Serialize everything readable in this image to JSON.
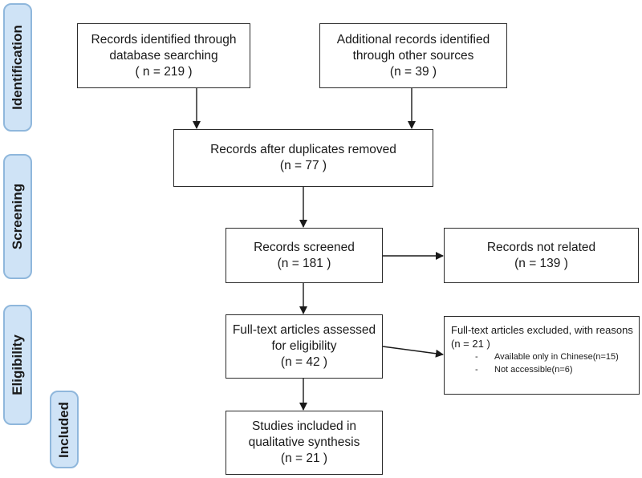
{
  "phases": {
    "identification": "Identification",
    "screening": "Screening",
    "eligibility": "Eligibility",
    "included": "Included"
  },
  "boxes": {
    "database": {
      "line1": "Records identified through",
      "line2": "database searching",
      "line3": "( n = 219 )"
    },
    "other_sources": {
      "line1": "Additional records identified",
      "line2": "through other sources",
      "line3": "(n =  39 )"
    },
    "duplicates_removed": {
      "line1": "Records after duplicates removed",
      "line2": "(n = 77 )"
    },
    "screened": {
      "line1": "Records screened",
      "line2": "(n = 181 )"
    },
    "not_related": {
      "line1": "Records not related",
      "line2": "(n = 139 )"
    },
    "full_text": {
      "line1": "Full-text articles assessed",
      "line2": "for eligibility",
      "line3": "(n =  42 )"
    },
    "excluded": {
      "line1": "Full-text articles excluded, with reasons",
      "line2": "(n = 21 )",
      "reasons": [
        "Available only in Chinese(n=15)",
        "Not accessible(n=6)"
      ],
      "bullet": "-"
    },
    "included": {
      "line1": "Studies included in",
      "line2": "qualitative synthesis",
      "line3": "(n = 21 )"
    }
  },
  "colors": {
    "phase_fill": "#cfe3f6",
    "phase_border": "#8fb7dc",
    "box_border": "#2b2b2b",
    "arrow": "#1a1a1a"
  }
}
